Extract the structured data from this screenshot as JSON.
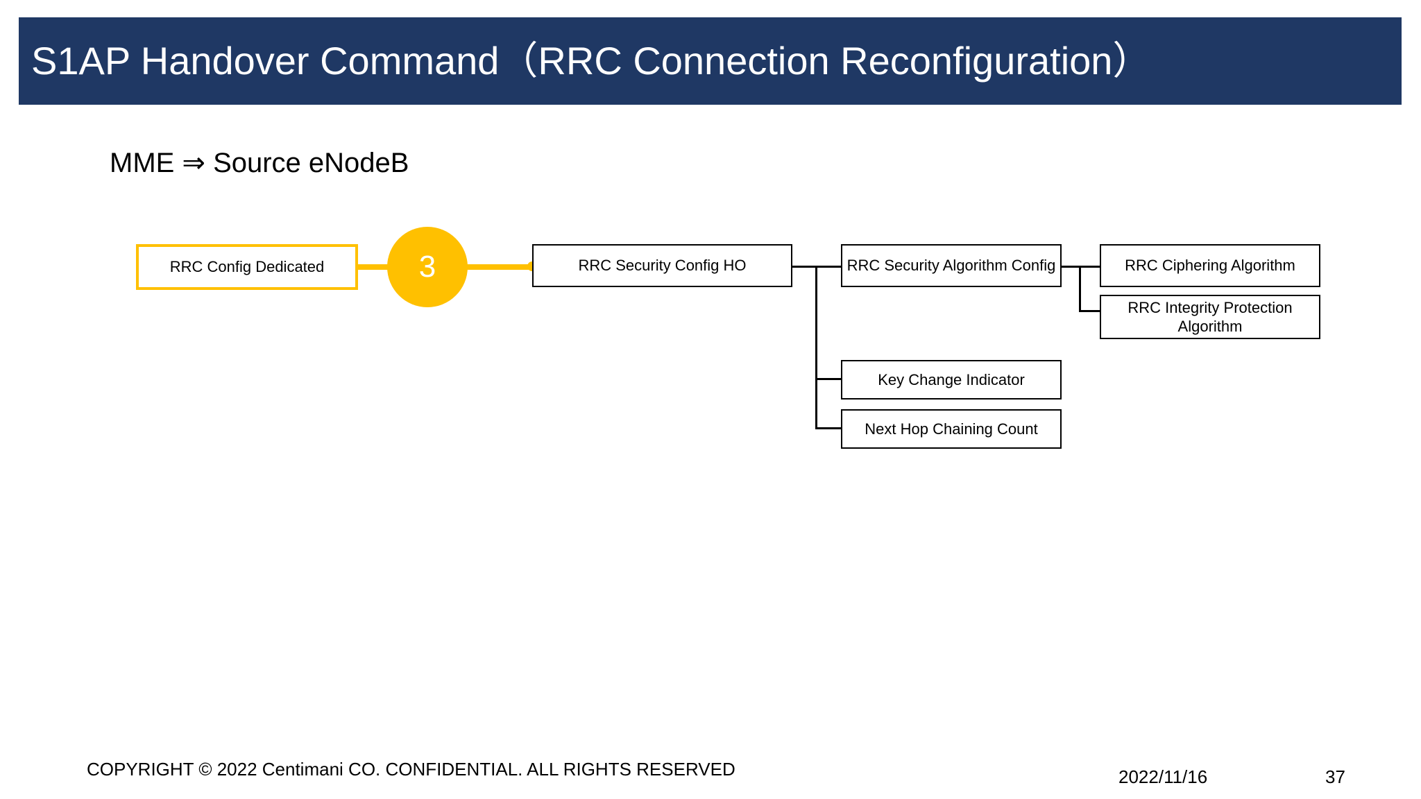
{
  "slide": {
    "title": "S1AP Handover Command（RRC Connection Reconfiguration）",
    "subtitle": "MME ⇒ Source eNodeB",
    "title_bar_color": "#1F3864",
    "accent_color": "#FFC000",
    "text_color": "#000000"
  },
  "diagram": {
    "type": "tree",
    "badge": {
      "label": "3",
      "color": "#FFC000"
    },
    "nodes": [
      {
        "id": "rrc-config-dedicated",
        "label": "RRC Config Dedicated",
        "level": 0,
        "style": "accent"
      },
      {
        "id": "rrc-security-config-ho",
        "label": "RRC Security Config HO",
        "level": 1,
        "style": "plain"
      },
      {
        "id": "rrc-security-algorithm-config",
        "label": "RRC Security Algorithm Config",
        "level": 2,
        "style": "plain"
      },
      {
        "id": "key-change-indicator",
        "label": "Key Change Indicator",
        "level": 2,
        "style": "plain"
      },
      {
        "id": "next-hop-chaining-count",
        "label": "Next Hop Chaining Count",
        "level": 2,
        "style": "plain"
      },
      {
        "id": "rrc-ciphering-algorithm",
        "label": "RRC Ciphering Algorithm",
        "level": 3,
        "style": "plain"
      },
      {
        "id": "rrc-integrity-protection-algorithm",
        "label": "RRC Integrity Protection Algorithm",
        "level": 3,
        "style": "plain"
      }
    ],
    "edges": [
      {
        "from": "rrc-config-dedicated",
        "to": "rrc-security-config-ho"
      },
      {
        "from": "rrc-security-config-ho",
        "to": "rrc-security-algorithm-config"
      },
      {
        "from": "rrc-security-config-ho",
        "to": "key-change-indicator"
      },
      {
        "from": "rrc-security-config-ho",
        "to": "next-hop-chaining-count"
      },
      {
        "from": "rrc-security-algorithm-config",
        "to": "rrc-ciphering-algorithm"
      },
      {
        "from": "rrc-security-algorithm-config",
        "to": "rrc-integrity-protection-algorithm"
      }
    ]
  },
  "footer": {
    "copyright": "COPYRIGHT © 2022 Centimani CO. CONFIDENTIAL. ALL RIGHTS RESERVED",
    "date": "2022/11/16",
    "page_number": "37"
  }
}
